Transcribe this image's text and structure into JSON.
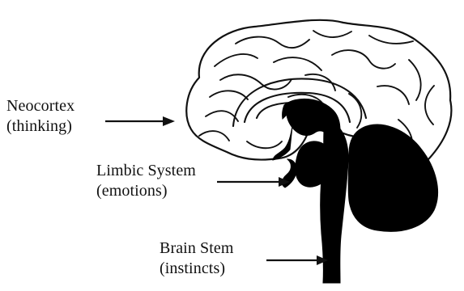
{
  "labels": {
    "neocortex": {
      "name": "Neocortex",
      "description": "(thinking)"
    },
    "limbic_system": {
      "name": "Limbic System",
      "description": "(emotions)"
    },
    "brain_stem": {
      "name": "Brain Stem",
      "description": "(instincts)"
    }
  },
  "colors": {
    "ink": "#111111",
    "fill": "#000000",
    "background": "#ffffff"
  }
}
